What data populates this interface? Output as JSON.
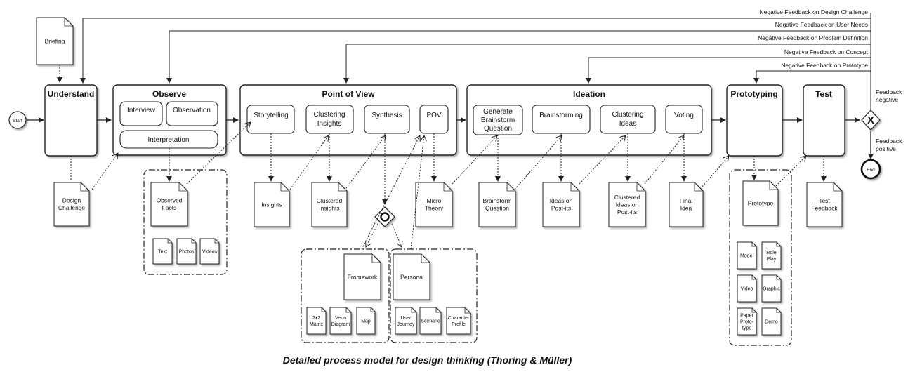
{
  "events": {
    "start": "Start",
    "end": "End"
  },
  "stages": {
    "understand": "Understand",
    "observe": "Observe",
    "pov": "Point of View",
    "ideation": "Ideation",
    "prototyping": "Prototyping",
    "test": "Test"
  },
  "activities": {
    "interview": "Interview",
    "observation": "Observation",
    "interpretation": "Interpretation",
    "storytelling": "Storytelling",
    "clustering_insights": [
      "Clustering",
      "Insights"
    ],
    "synthesis": "Synthesis",
    "pov": "POV",
    "generate_question": [
      "Generate",
      "Brainstorm",
      "Question"
    ],
    "brainstorming": "Brainstorming",
    "clustering_ideas": [
      "Clustering",
      "Ideas"
    ],
    "voting": "Voting"
  },
  "documents": {
    "briefing": "Briefing",
    "design_challenge": [
      "Design",
      "Challenge"
    ],
    "observed_facts": [
      "Observed",
      "Facts"
    ],
    "text": "Text",
    "photos": "Photos",
    "videos": "Videos",
    "insights": "Insights",
    "clustered_insights": [
      "Clustered",
      "Insights"
    ],
    "framework": "Framework",
    "matrix": [
      "2x2",
      "Matrix"
    ],
    "venn": [
      "Venn",
      "Diagram"
    ],
    "map": "Map",
    "persona": "Persona",
    "user_journey": [
      "User",
      "Journey"
    ],
    "scenario": "Scenario",
    "character_profile": [
      "Character",
      "Profile"
    ],
    "micro_theory": [
      "Micro",
      "Theory"
    ],
    "brainstorm_question": [
      "Brainstorm",
      "Question"
    ],
    "ideas_postits": [
      "Ideas on",
      "Post-its"
    ],
    "clustered_ideas": [
      "Clustered",
      "Ideas on",
      "Post-its"
    ],
    "final_idea": [
      "Final",
      "Idea"
    ],
    "prototype": "Prototype",
    "model": "Model",
    "role_play": [
      "Role",
      "Play"
    ],
    "video": "Video",
    "graphic": "Graphic",
    "paper_prototype": [
      "Paper",
      "Proto-",
      "type"
    ],
    "demo": "Demo",
    "test_feedback": [
      "Test",
      "Feedback"
    ]
  },
  "feedback": {
    "design_challenge": "Negative Feedback on Design Challenge",
    "user_needs": "Negative Feedback on User Needs",
    "problem_definition": "Negative Feedback on Problem Definition",
    "concept": "Negative Feedback on Concept",
    "prototype": "Negative Feedback on Prototype",
    "gateway_negative": [
      "Feedback",
      "negative"
    ],
    "gateway_positive": [
      "Feedback",
      "positive"
    ]
  },
  "caption": "Detailed process model for design thinking (Thoring & Müller)"
}
